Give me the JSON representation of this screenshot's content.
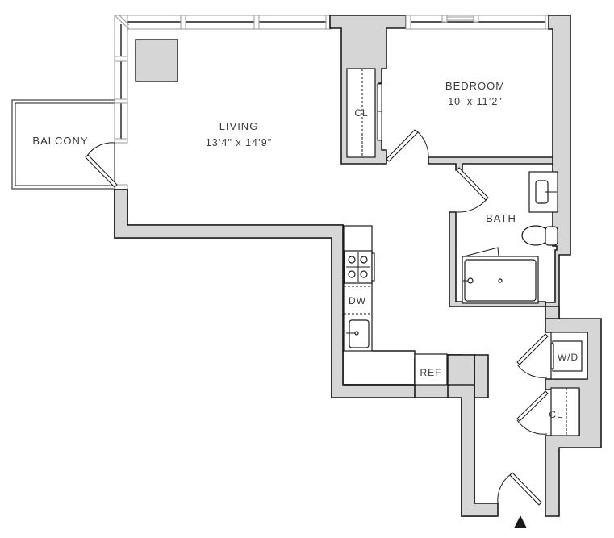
{
  "plan": {
    "rooms": [
      {
        "id": "living",
        "name": "LIVING",
        "dimensions": "13’4\" x 14’9\""
      },
      {
        "id": "bedroom",
        "name": "BEDROOM",
        "dimensions": "10’ x 11’2\""
      },
      {
        "id": "balcony",
        "name": "BALCONY"
      },
      {
        "id": "bath",
        "name": "BATH"
      }
    ],
    "fixtures": {
      "closet_bedroom": "CL",
      "closet_entry": "CL",
      "dishwasher": "DW",
      "refrigerator": "REF",
      "washer_dryer": "W/D"
    },
    "entry_marker": "entry-arrow",
    "colors": {
      "wall_fill": "#d6d6d6",
      "line": "#1a1a1a",
      "text": "#3a3a3a",
      "window": "#9a9a9a"
    }
  }
}
